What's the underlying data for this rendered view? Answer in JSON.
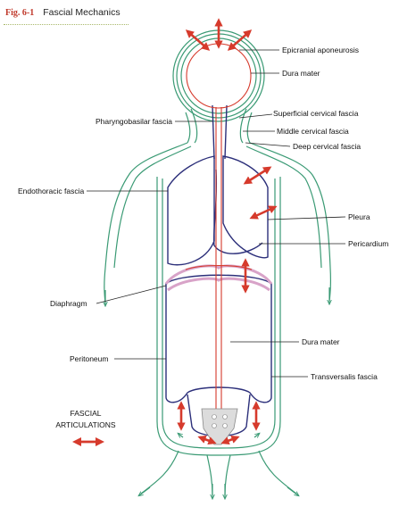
{
  "header": {
    "figure_number": "Fig. 6-1",
    "title": "Fascial Mechanics"
  },
  "labels": {
    "epicranial": "Epicranial aponeurosis",
    "dura_top": "Dura mater",
    "pharyngobasilar": "Pharyngobasilar fascia",
    "superficial_cervical": "Superficial cervical fascia",
    "middle_cervical": "Middle cervical fascia",
    "deep_cervical": "Deep cervical fascia",
    "endothoracic": "Endothoracic fascia",
    "pleura": "Pleura",
    "pericardium": "Pericardium",
    "diaphragm": "Diaphragm",
    "dura_bottom": "Dura mater",
    "peritoneum": "Peritoneum",
    "transversalis": "Transversalis fascia"
  },
  "legend": {
    "line1": "FASCIAL",
    "line2": "ARTICULATIONS"
  },
  "colors": {
    "green": "#3a9a74",
    "navy": "#2c2f7a",
    "red": "#d63a2c",
    "pink": "#d8a3c8",
    "accent": "#c0392b"
  }
}
